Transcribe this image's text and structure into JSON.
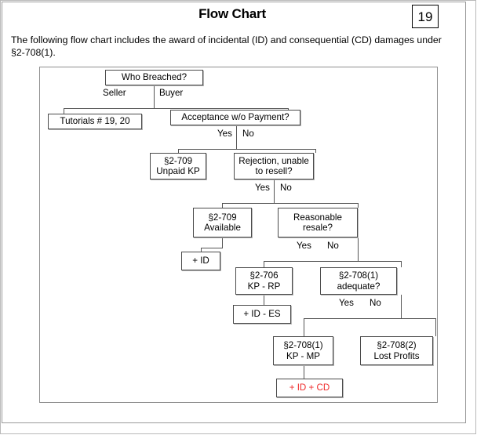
{
  "header": {
    "title": "Flow Chart",
    "page_number": "19",
    "intro": "The following flow chart includes the award of incidental (ID) and consequential (CD) damages under §2-708(1)."
  },
  "colors": {
    "red_accent": "#ef2b2b",
    "node_border": "#4a4a4a",
    "frame_border": "#8e8e8e",
    "text": "#000000"
  },
  "chart_data": {
    "type": "diagram",
    "title": "Flow Chart",
    "nodes": [
      {
        "id": "who_breached",
        "label": "Who Breached?",
        "line1": "Who Breached?",
        "line2": ""
      },
      {
        "id": "tutorials",
        "label": "Tutorials # 19, 20",
        "line1": "Tutorials # 19, 20",
        "line2": ""
      },
      {
        "id": "acceptance",
        "label": "Acceptance w/o Payment?",
        "line1": "Acceptance w/o Payment?",
        "line2": ""
      },
      {
        "id": "s2709_unpaid",
        "label": "§2-709 Unpaid KP",
        "line1": "§2-709",
        "line2": "Unpaid KP"
      },
      {
        "id": "rejection",
        "label": "Rejection, unable to resell?",
        "line1": "Rejection, unable",
        "line2": "to resell?"
      },
      {
        "id": "s2709_available",
        "label": "§2-709 Available",
        "line1": "§2-709",
        "line2": "Available"
      },
      {
        "id": "reasonable_resale",
        "label": "Reasonable resale?",
        "line1": "Reasonable",
        "line2": "resale?"
      },
      {
        "id": "plus_id",
        "label": "+ ID",
        "line1": "+ ID",
        "line2": ""
      },
      {
        "id": "s2706",
        "label": "§2-706 KP - RP",
        "line1": "§2-706",
        "line2": "KP - RP"
      },
      {
        "id": "s2708_1_adequate",
        "label": "§2-708(1) adequate?",
        "line1": "§2-708(1)",
        "line2": "adequate?"
      },
      {
        "id": "plus_id_es",
        "label": "+ ID - ES",
        "line1": "+ ID - ES",
        "line2": ""
      },
      {
        "id": "s2708_1_kpmp",
        "label": "§2-708(1) KP - MP",
        "line1": "§2-708(1)",
        "line2": "KP - MP"
      },
      {
        "id": "s2708_2_lost",
        "label": "§2-708(2) Lost Profits",
        "line1": "§2-708(2)",
        "line2": "Lost Profits"
      },
      {
        "id": "plus_id_cd",
        "label": "+ ID + CD",
        "line1": "+ ID + CD",
        "line2": ""
      }
    ],
    "edges": [
      {
        "from": "who_breached",
        "to": "tutorials",
        "label": "Seller"
      },
      {
        "from": "who_breached",
        "to": "acceptance",
        "label": "Buyer"
      },
      {
        "from": "acceptance",
        "to": "s2709_unpaid",
        "label": "Yes"
      },
      {
        "from": "acceptance",
        "to": "rejection",
        "label": "No"
      },
      {
        "from": "rejection",
        "to": "s2709_available",
        "label": "Yes"
      },
      {
        "from": "rejection",
        "to": "reasonable_resale",
        "label": "No"
      },
      {
        "from": "s2709_available",
        "to": "plus_id",
        "label": ""
      },
      {
        "from": "reasonable_resale",
        "to": "s2706",
        "label": "Yes"
      },
      {
        "from": "reasonable_resale",
        "to": "s2708_1_adequate",
        "label": "No"
      },
      {
        "from": "s2706",
        "to": "plus_id_es",
        "label": ""
      },
      {
        "from": "s2708_1_adequate",
        "to": "s2708_1_kpmp",
        "label": "Yes"
      },
      {
        "from": "s2708_1_adequate",
        "to": "s2708_2_lost",
        "label": "No"
      },
      {
        "from": "s2708_1_kpmp",
        "to": "plus_id_cd",
        "label": ""
      }
    ],
    "edge_labels": {
      "seller": "Seller",
      "buyer": "Buyer",
      "accept_yes": "Yes",
      "accept_no": "No",
      "reject_yes": "Yes",
      "reject_no": "No",
      "resale_yes": "Yes",
      "resale_no": "No",
      "adequate_yes": "Yes",
      "adequate_no": "No"
    }
  }
}
